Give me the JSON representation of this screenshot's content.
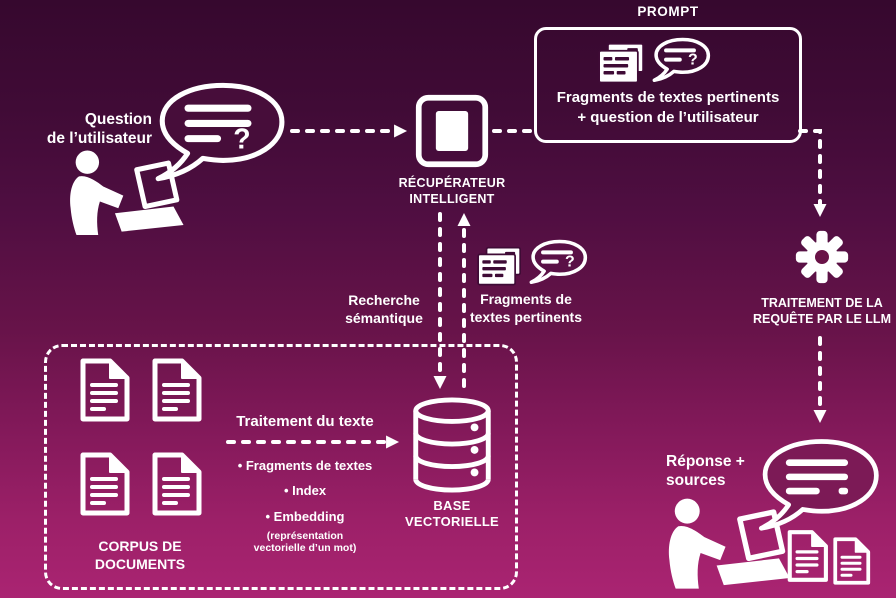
{
  "icons": {
    "question_mark": "?"
  },
  "user": {
    "line1": "Question",
    "line2": "de l’utilisateur"
  },
  "retriever": {
    "line1": "RÉCUPÉRATEUR",
    "line2": "INTELLIGENT"
  },
  "prompt": {
    "title": "PROMPT",
    "line1": "Fragments de textes pertinents",
    "line2": "+ question de l’utilisateur"
  },
  "llm": {
    "line1": "TRAITEMENT DE LA",
    "line2": "REQUÊTE PAR LE LLM"
  },
  "semantic_search": {
    "line1": "Recherche",
    "line2": "sémantique"
  },
  "fragments": {
    "line1": "Fragments de",
    "line2": "textes pertinents"
  },
  "vector_db": {
    "line1": "BASE",
    "line2": "VECTORIELLE"
  },
  "corpus": {
    "line1": "CORPUS DE",
    "line2": "DOCUMENTS"
  },
  "processing": {
    "title": "Traitement du texte",
    "bullets": [
      "• Fragments de textes",
      "• Index",
      "• Embedding"
    ],
    "note_line1": "(représentation",
    "note_line2": "vectorielle d’un mot)"
  },
  "response": {
    "line1": "Réponse +",
    "line2": "sources"
  },
  "colors": {
    "bg_top": "#36082e",
    "bg_bottom": "#aa2472",
    "foreground": "#ffffff"
  }
}
